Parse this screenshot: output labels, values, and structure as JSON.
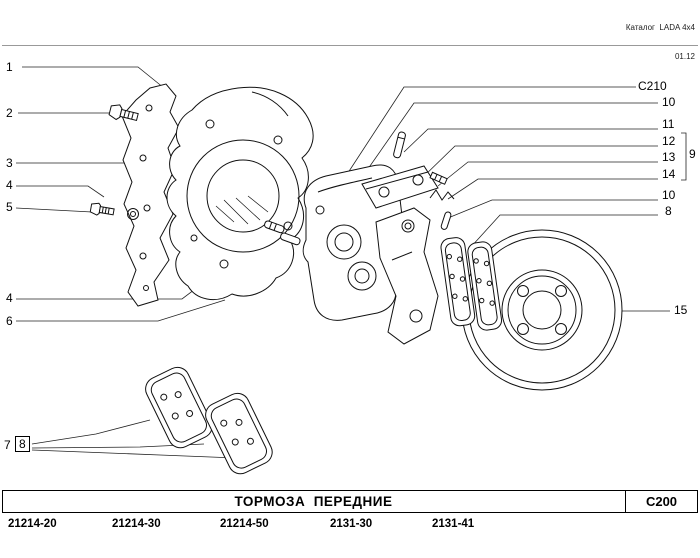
{
  "header": {
    "catalog_title": "Каталог  LADA 4x4",
    "catalog_date": "01.12"
  },
  "callouts": {
    "left": [
      "1",
      "2",
      "3",
      "4",
      "5",
      "4",
      "6",
      "7",
      "8"
    ],
    "right": [
      "C210",
      "10",
      "11",
      "12",
      "13",
      "14",
      "10",
      "8",
      "9",
      "15"
    ]
  },
  "footer": {
    "title": "ТОРМОЗА  ПЕРЕДНИЕ",
    "code": "C200",
    "variants": [
      "21214-20",
      "21214-30",
      "21214-50",
      "2131-30",
      "2131-41"
    ]
  }
}
